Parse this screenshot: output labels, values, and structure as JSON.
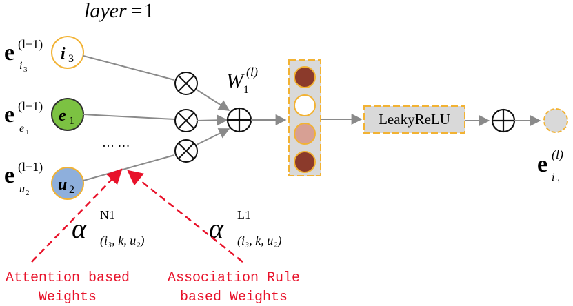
{
  "title": {
    "var": "layer",
    "eq": "=",
    "value": "1"
  },
  "inputs": [
    {
      "label_base": "e",
      "label_sub_main": "i",
      "label_sub_index": "3",
      "label_sup": "(l−1)",
      "node_main": "i",
      "node_index": "3",
      "fill": "#ffffff",
      "stroke": "#f2b233"
    },
    {
      "label_base": "e",
      "label_sub_main": "e",
      "label_sub_index": "1",
      "label_sup": "(l−1)",
      "node_main": "e",
      "node_index": "1",
      "fill": "#7cc242",
      "stroke": "#2f2f2f"
    },
    {
      "label_base": "e",
      "label_sub_main": "u",
      "label_sub_index": "2",
      "label_sup": "(l−1)",
      "node_main": "u",
      "node_index": "2",
      "fill": "#8eafdc",
      "stroke": "#f2b233"
    }
  ],
  "ellipsis": "… …",
  "weight": {
    "base": "W",
    "sub": "1",
    "sup": "(l)"
  },
  "vector_cells": [
    {
      "fill": "#8b3a2b"
    },
    {
      "fill": "#ffffff"
    },
    {
      "fill": "#d7a094"
    },
    {
      "fill": "#8b3a2b"
    }
  ],
  "activation": "LeakyReLU",
  "output": {
    "base": "e",
    "sub_main": "i",
    "sub_index": "3",
    "sup": "(l)"
  },
  "alpha_attention": {
    "base": "α",
    "sup": "N1",
    "sub": "(i₃, k, u₂)"
  },
  "alpha_rule": {
    "base": "α",
    "sup": "L1",
    "sub": "(i₃, k, u₂)"
  },
  "annotations": {
    "attention": [
      "Attention based",
      "Weights"
    ],
    "rule": [
      "Association Rule",
      "based Weights"
    ]
  },
  "colors": {
    "line": "#8a8a8a",
    "arrow_red": "#e8122a",
    "node_gold": "#f2b233",
    "box_fill": "#d9d9d9"
  }
}
